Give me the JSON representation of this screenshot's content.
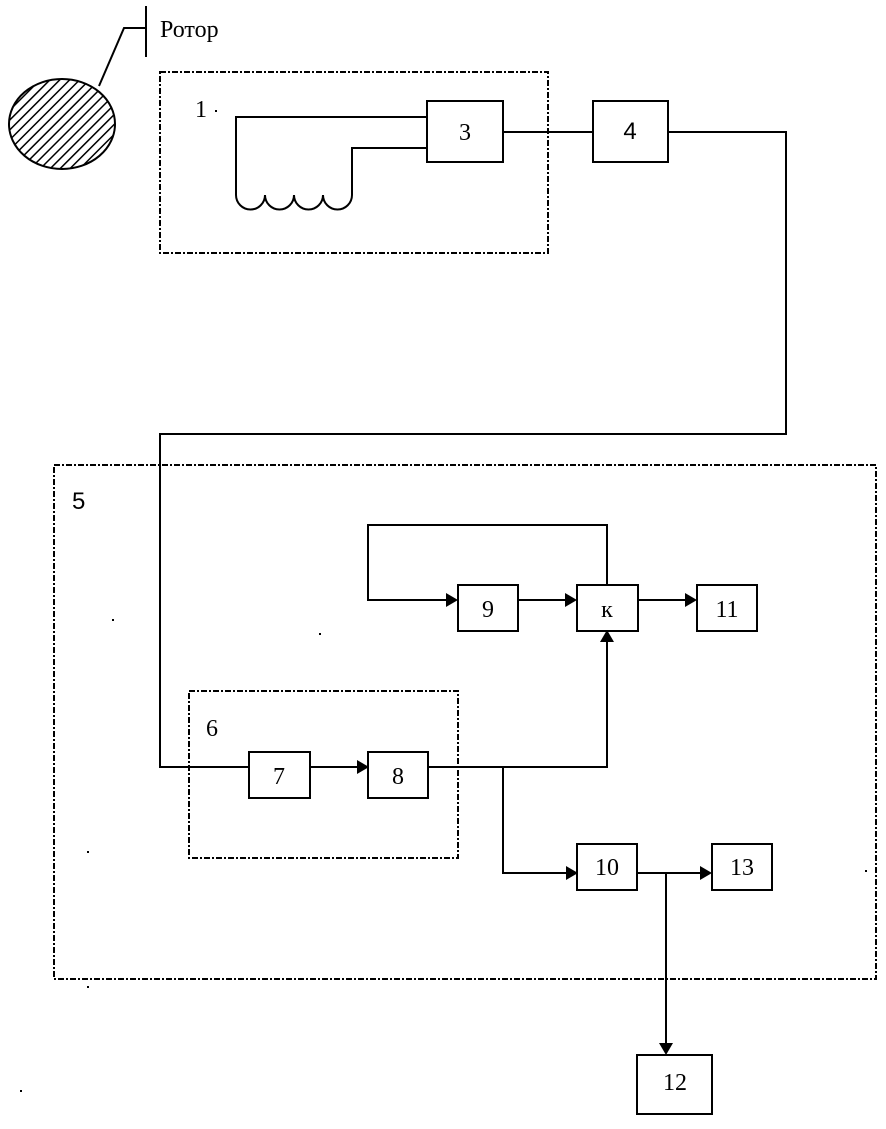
{
  "diagram": {
    "rotor_label": "Ротор",
    "groups": {
      "g1": "1",
      "g5": "5",
      "g6": "6"
    },
    "blocks": {
      "b3": "3",
      "b4": "4",
      "b7": "7",
      "b8": "8",
      "b9": "9",
      "bk": "к",
      "b10": "10",
      "b11": "11",
      "b12": "12",
      "b13": "13"
    },
    "connections": [
      {
        "from": "coil",
        "to": "3"
      },
      {
        "from": "3",
        "to": "4"
      },
      {
        "from": "4",
        "to": "7"
      },
      {
        "from": "7",
        "to": "8",
        "arrow": true
      },
      {
        "from": "8",
        "to": "к",
        "arrow": true
      },
      {
        "from": "8",
        "to": "10",
        "arrow": true
      },
      {
        "from": "к",
        "to": "9",
        "arrow": true,
        "note": "feedback loop"
      },
      {
        "from": "9",
        "to": "к",
        "arrow": true
      },
      {
        "from": "к",
        "to": "11",
        "arrow": true
      },
      {
        "from": "10",
        "to": "13",
        "arrow": true
      },
      {
        "from": "10",
        "to": "12",
        "arrow": true
      }
    ]
  }
}
